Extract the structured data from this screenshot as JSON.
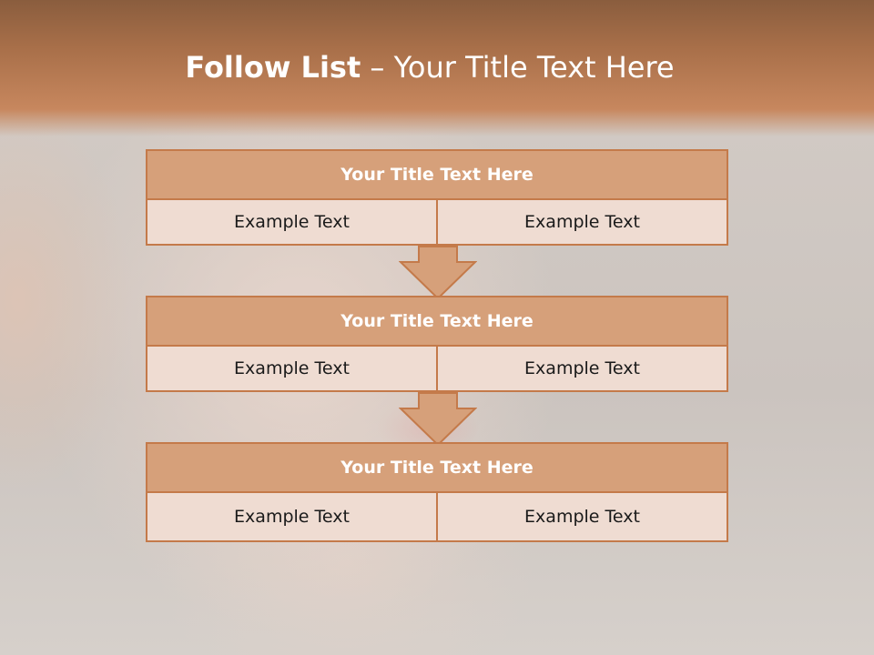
{
  "header": {
    "title_bold": "Follow List",
    "title_rest": " – Your Title Text Here"
  },
  "blocks": [
    {
      "title": "Your Title Text Here",
      "left": "Example Text",
      "right": "Example Text"
    },
    {
      "title": "Your Title Text Here",
      "left": "Example Text",
      "right": "Example Text"
    },
    {
      "title": "Your Title Text Here",
      "left": "Example Text",
      "right": "Example Text"
    }
  ],
  "colors": {
    "accent": "#c47a4a",
    "title_fill": "#d6a07a",
    "cell_fill": "#efdcd2"
  }
}
